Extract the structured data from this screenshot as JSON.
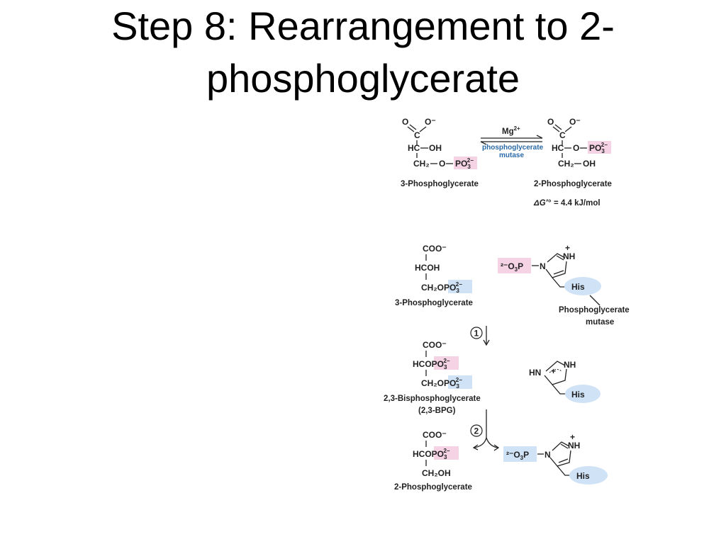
{
  "slide": {
    "title_line1": "Step 8:  Rearrangement to 2-",
    "title_line2": "phosphoglycerate"
  },
  "top_reaction": {
    "substrate_name": "3-Phosphoglycerate",
    "product_name": "2-Phosphoglycerate",
    "cofactor": "Mg",
    "cofactor_charge": "2+",
    "enzyme_line1": "phosphoglycerate",
    "enzyme_line2": "mutase",
    "delta_g_symbol": "ΔG′°",
    "delta_g_value": "= 4.4 kJ/mol",
    "atoms": {
      "o": "O",
      "o_minus": "O⁻",
      "c": "C",
      "hc": "HC",
      "oh": "OH",
      "o_link": "O",
      "ch2": "CH₂",
      "po3": "PO",
      "po3_sub": "3",
      "po3_sup": "2−"
    },
    "colors": {
      "phosphate_highlight": "#f6d3e4",
      "enzyme_text": "#2b6aa8"
    }
  },
  "mechanism": {
    "step1_label": "1",
    "step2_label": "2",
    "substrate": {
      "coo": "COO⁻",
      "hcoh": "HCOH",
      "ch2opo3_prefix": "CH₂O",
      "po3": "PO",
      "po3_sub": "3",
      "po3_sup": "2−",
      "name": "3-Phosphoglycerate"
    },
    "intermediate": {
      "coo": "COO⁻",
      "hco_prefix": "HCO",
      "ch2opo3_prefix": "CH₂O",
      "po3": "PO",
      "po3_sub": "3",
      "po3_sup": "2−",
      "name_line1": "2,3-Bisphosphoglycerate",
      "name_line2": "(2,3-BPG)"
    },
    "product": {
      "coo": "COO⁻",
      "hco_prefix": "HCO",
      "po3": "PO",
      "po3_sub": "3",
      "po3_sup": "2−",
      "ch2oh": "CH₂OH",
      "name": "2-Phosphoglycerate"
    },
    "enzyme_his": {
      "his": "His",
      "phospho_prefix": "²⁻O",
      "phospho_sub": "3",
      "phospho_p": "P",
      "n": "N",
      "nh": "NH",
      "hn": "HN",
      "plus": "+",
      "enzyme_label_line1": "Phosphoglycerate",
      "enzyme_label_line2": "mutase"
    },
    "colors": {
      "pink": "#f6d3e4",
      "blue": "#cfe2f6",
      "his_oval": "#cfe2f6"
    }
  }
}
